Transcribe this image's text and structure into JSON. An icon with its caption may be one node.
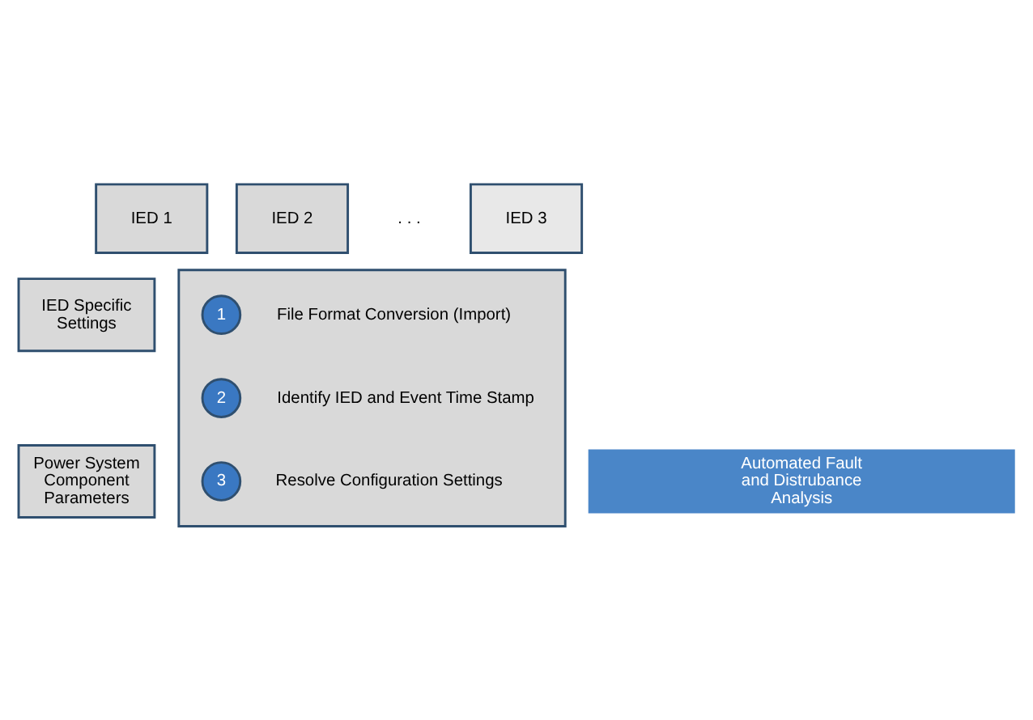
{
  "diagram": {
    "nodes": [
      {
        "text": [
          "IED 1"
        ]
      },
      {
        "text": [
          "IED 2"
        ]
      },
      {
        "text": [
          "IED 3"
        ]
      },
      {
        "text": [
          "IED Specific Settings"
        ]
      },
      {
        "text": [
          "Power System Component Parameters"
        ]
      },
      {
        "text": [],
        "shape": "box"
      },
      {
        "text": [
          "1"
        ],
        "in": 5,
        "beside": [
          "File Format Conversion (Import)"
        ]
      },
      {
        "text": [
          "2"
        ],
        "in": 5,
        "beside": [
          "Identify IED and Event Time Stamp"
        ]
      },
      {
        "text": [
          "3"
        ],
        "in": 5,
        "beside": [
          "Resolve Configuration Settings"
        ]
      },
      {
        "text": [
          "Automated Fault and Distrubance Analysis"
        ]
      }
    ],
    "labels": [
      ". . ."
    ]
  }
}
